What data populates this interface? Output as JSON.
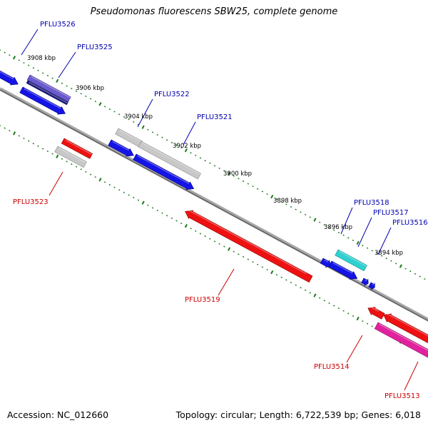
{
  "title": "Pseudomonas fluorescens SBW25, complete genome",
  "footer": {
    "accession": "Accession: NC_012660",
    "topology": "Topology: circular; Length: 6,722,539 bp; Genes: 6,018"
  },
  "colors": {
    "forward_label": "#0000b0",
    "reverse_label": "#cc0000",
    "backbone": "#808080",
    "ticks": "#1a7a1a"
  },
  "ticks": [
    {
      "label": "3908 kbp"
    },
    {
      "label": "3906 kbp"
    },
    {
      "label": "3904 kbp"
    },
    {
      "label": "3902 kbp"
    },
    {
      "label": "3900 kbp"
    },
    {
      "label": "3898 kbp"
    },
    {
      "label": "3896 kbp"
    },
    {
      "label": "3894 kbp"
    }
  ],
  "genes": [
    {
      "name": "PFLU3526"
    },
    {
      "name": "PFLU3525"
    },
    {
      "name": "PFLU3522"
    },
    {
      "name": "PFLU3521"
    },
    {
      "name": "PFLU3518"
    },
    {
      "name": "PFLU3517"
    },
    {
      "name": "PFLU3516"
    },
    {
      "name": "PFLU3523"
    },
    {
      "name": "PFLU3519"
    },
    {
      "name": "PFLU3514"
    },
    {
      "name": "PFLU3513"
    }
  ]
}
